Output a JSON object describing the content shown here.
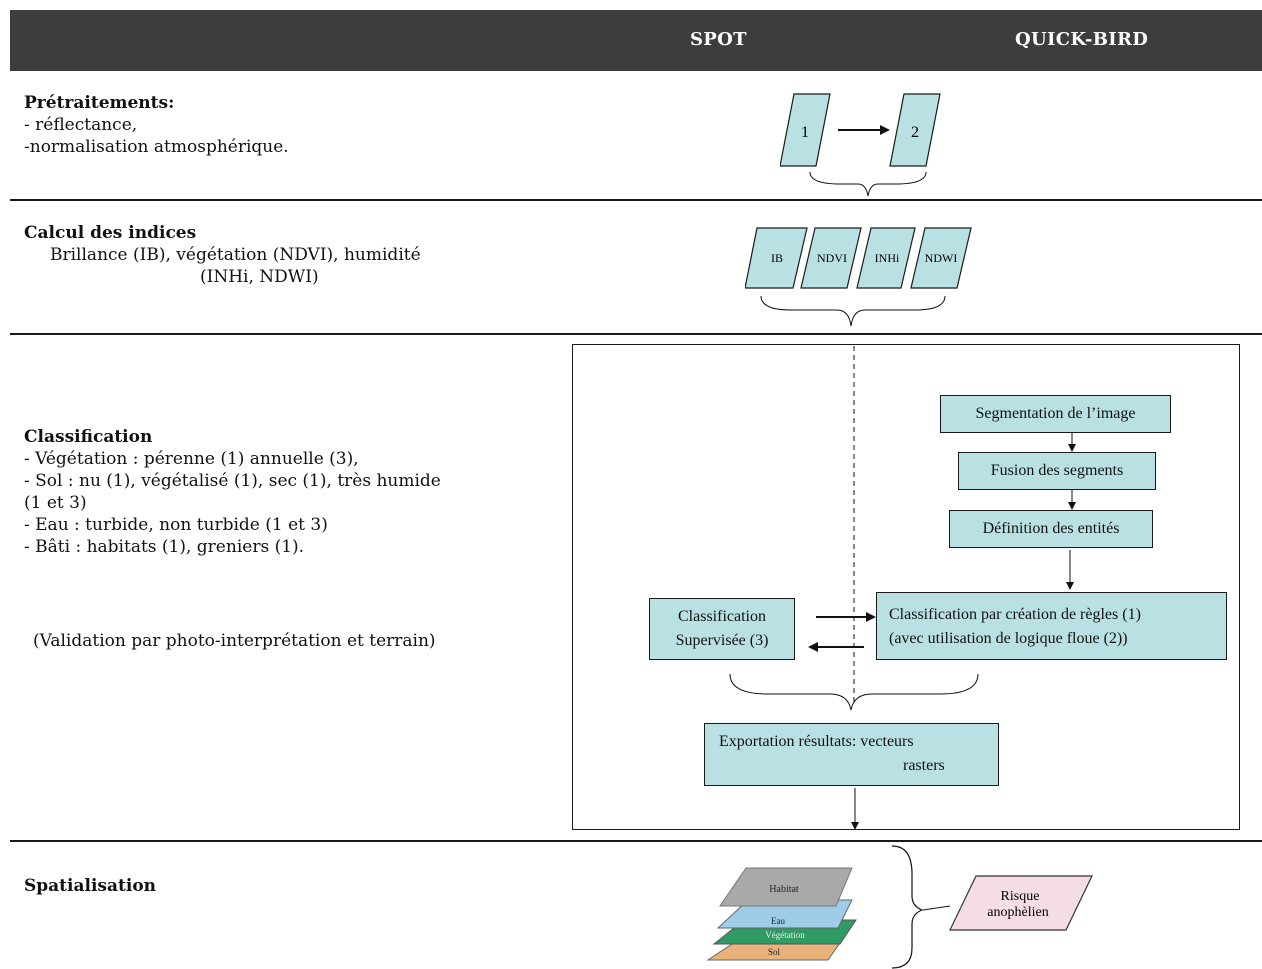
{
  "header": {
    "col_spot": "SPOT",
    "col_quickbird": "QUICK-BIRD"
  },
  "row1": {
    "title": "Prétraitements:",
    "lines": [
      "- réflectance,",
      "-normalisation atmosphérique."
    ],
    "diagram": {
      "box1": "1",
      "box2": "2"
    }
  },
  "row2": {
    "title": "Calcul des indices",
    "line1": "Brillance (IB), végétation (NDVI), humidité",
    "line2": "(INHi, NDWI)",
    "diagram": {
      "indices": [
        "IB",
        "NDVI",
        "INHi",
        "NDWI"
      ]
    }
  },
  "row3": {
    "title": "Classification",
    "lines": [
      "- Végétation : pérenne (1) annuelle (3),",
      "- Sol : nu (1), végétalisé (1), sec (1), très humide",
      "(1 et 3)",
      "- Eau : turbide, non turbide (1 et 3)",
      "- Bâti : habitats (1), greniers (1)."
    ],
    "validation": "(Validation par photo-interprétation et terrain)",
    "diagram": {
      "segmentation": "Segmentation de l’image",
      "fusion": "Fusion des segments",
      "definition": "Définition des entités",
      "supervised_line1": "Classification",
      "supervised_line2": "Supervisée (3)",
      "rules_line1": "Classification par création de règles (1)",
      "rules_line2": "(avec utilisation de logique floue (2))",
      "export_line1": "Exportation résultats: vecteurs",
      "export_line2": "rasters"
    }
  },
  "row4": {
    "title": "Spatialisation",
    "diagram": {
      "layers": [
        "Habitat",
        "Eau",
        "Végétation",
        "Sol"
      ],
      "risk_line1": "Risque",
      "risk_line2": "anophèlien"
    }
  },
  "colors": {
    "header_bg": "#3d3d3d",
    "box_fill": "#b9e1e3",
    "habitat": "#a9a9a9",
    "eau": "#9fcde8",
    "vegetation": "#2f9a63",
    "sol": "#e8b27a",
    "risk": "#f4dde6"
  }
}
